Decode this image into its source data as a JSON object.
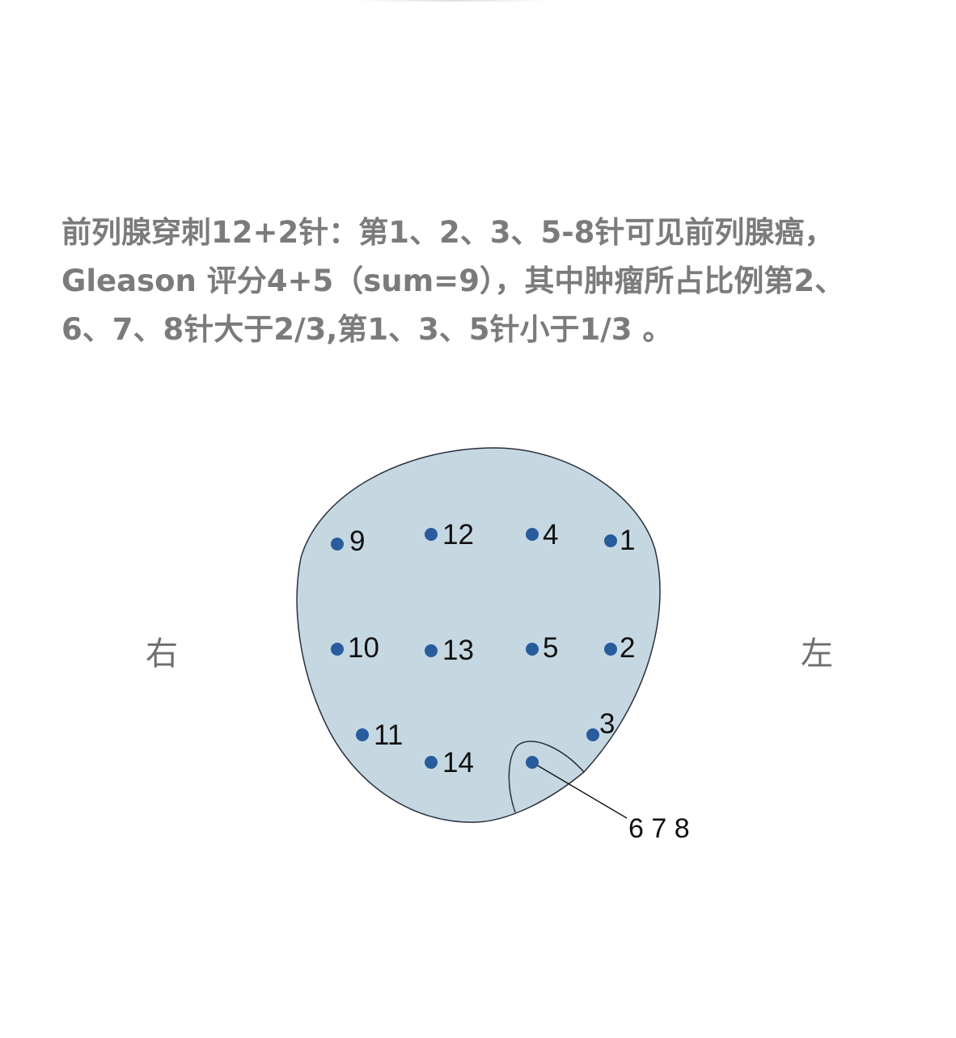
{
  "report": {
    "lines": [
      "前列腺穿刺12+2针：第1、2、3、5-8针可见前列腺癌，",
      "Gleason 评分4+5（sum=9），其中肿瘤所占比例第2、",
      "6、7、8针大于2/3,第1、3、5针小于1/3 。"
    ]
  },
  "sides": {
    "right": "右",
    "left": "左"
  },
  "cores": [
    {
      "label": "9"
    },
    {
      "label": "12"
    },
    {
      "label": "4"
    },
    {
      "label": "1"
    },
    {
      "label": "10"
    },
    {
      "label": "13"
    },
    {
      "label": "5"
    },
    {
      "label": "2"
    },
    {
      "label": "11"
    },
    {
      "label": "14"
    },
    {
      "label": "3"
    }
  ],
  "callout": {
    "label": "6 7 8"
  },
  "colors": {
    "gland_fill": "#c5d8e2",
    "outline": "#2a2f3a",
    "core_dot": "#285c9c",
    "text_gray": "#7b7b7b"
  }
}
